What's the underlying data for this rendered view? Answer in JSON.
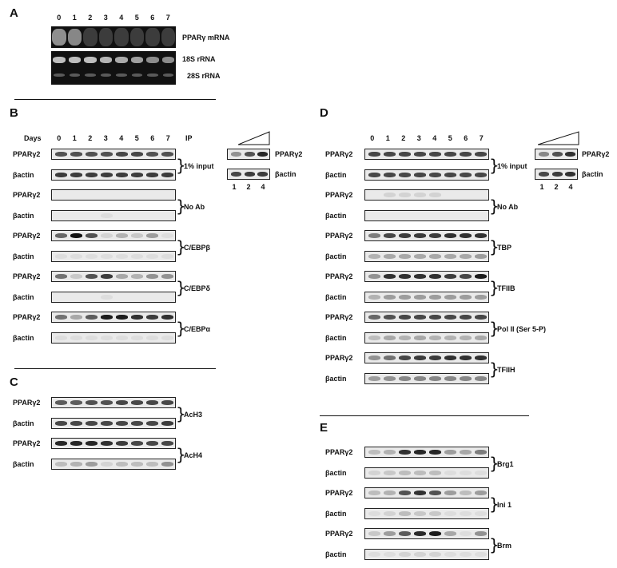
{
  "panels": {
    "A": "A",
    "B": "B",
    "C": "C",
    "D": "D",
    "E": "E"
  },
  "lanes8": [
    "0",
    "1",
    "2",
    "3",
    "4",
    "5",
    "6",
    "7"
  ],
  "lanes3": [
    "1",
    "2",
    "4"
  ],
  "panelA": {
    "labels": {
      "pparg_mrna": "PPARγ mRNA",
      "r18s": "18S rRNA",
      "r28s": "28S rRNA"
    },
    "pparg_levels": [
      0.45,
      0.5,
      1,
      1,
      1,
      1,
      1,
      1
    ],
    "r18s_levels": [
      0.8,
      0.8,
      0.8,
      0.75,
      0.7,
      0.65,
      0.55,
      0.55
    ]
  },
  "panelB": {
    "days_label": "Days",
    "ip_label": "IP",
    "gene_pparg": "PPARγ2",
    "gene_actin": "βactin",
    "groups": [
      {
        "ip": "1% input",
        "pparg": [
          0.7,
          0.7,
          0.7,
          0.7,
          0.75,
          0.75,
          0.7,
          0.7
        ],
        "actin": [
          0.8,
          0.8,
          0.8,
          0.8,
          0.8,
          0.8,
          0.8,
          0.8
        ]
      },
      {
        "ip": "No Ab",
        "pparg": [
          0,
          0,
          0,
          0,
          0,
          0,
          0,
          0
        ],
        "actin": [
          0,
          0,
          0,
          0.05,
          0,
          0,
          0,
          0
        ]
      },
      {
        "ip": "C/EBPβ",
        "pparg": [
          0.6,
          1,
          0.7,
          0.1,
          0.25,
          0.15,
          0.35,
          0.05
        ],
        "actin": [
          0.05,
          0.05,
          0.05,
          0.05,
          0.05,
          0.05,
          0.05,
          0.05
        ]
      },
      {
        "ip": "C/EBPδ",
        "pparg": [
          0.55,
          0.15,
          0.7,
          0.8,
          0.3,
          0.25,
          0.4,
          0.4
        ],
        "actin": [
          0,
          0,
          0,
          0.05,
          0,
          0,
          0,
          0
        ]
      },
      {
        "ip": "C/EBPα",
        "pparg": [
          0.55,
          0.3,
          0.65,
          0.95,
          0.95,
          0.85,
          0.8,
          0.85
        ],
        "actin": [
          0.05,
          0.05,
          0.05,
          0.05,
          0.05,
          0.05,
          0.05,
          0.05
        ]
      }
    ],
    "titration": {
      "pparg": [
        0.4,
        0.7,
        0.9
      ],
      "actin": [
        0.75,
        0.8,
        0.8
      ]
    }
  },
  "panelC": {
    "gene_pparg": "PPARγ2",
    "gene_actin": "βactin",
    "groups": [
      {
        "ip": "AcH3",
        "pparg": [
          0.65,
          0.65,
          0.7,
          0.7,
          0.75,
          0.75,
          0.75,
          0.75
        ],
        "actin": [
          0.75,
          0.75,
          0.75,
          0.75,
          0.75,
          0.75,
          0.75,
          0.8
        ]
      },
      {
        "ip": "AcH4",
        "pparg": [
          0.9,
          0.9,
          0.9,
          0.85,
          0.8,
          0.75,
          0.75,
          0.75
        ],
        "actin": [
          0.2,
          0.25,
          0.35,
          0.1,
          0.2,
          0.2,
          0.2,
          0.4
        ]
      }
    ]
  },
  "panelD": {
    "gene_pparg": "PPARγ2",
    "gene_actin": "βactin",
    "groups": [
      {
        "ip": "1% input",
        "pparg": [
          0.75,
          0.75,
          0.75,
          0.75,
          0.75,
          0.75,
          0.75,
          0.75
        ],
        "actin": [
          0.75,
          0.75,
          0.75,
          0.75,
          0.75,
          0.75,
          0.75,
          0.75
        ]
      },
      {
        "ip": "No Ab",
        "pparg": [
          0,
          0.1,
          0.1,
          0.1,
          0.1,
          0,
          0,
          0
        ],
        "actin": [
          0,
          0,
          0,
          0,
          0,
          0,
          0,
          0
        ]
      },
      {
        "ip": "TBP",
        "pparg": [
          0.5,
          0.75,
          0.8,
          0.8,
          0.8,
          0.85,
          0.85,
          0.85
        ],
        "actin": [
          0.25,
          0.3,
          0.3,
          0.3,
          0.3,
          0.3,
          0.3,
          0.35
        ]
      },
      {
        "ip": "TFIIB",
        "pparg": [
          0.4,
          0.85,
          0.85,
          0.85,
          0.85,
          0.8,
          0.75,
          0.95
        ],
        "actin": [
          0.25,
          0.35,
          0.35,
          0.35,
          0.35,
          0.35,
          0.35,
          0.35
        ]
      },
      {
        "ip": "Pol II (Ser 5-P)",
        "pparg": [
          0.6,
          0.7,
          0.75,
          0.75,
          0.75,
          0.75,
          0.75,
          0.75
        ],
        "actin": [
          0.2,
          0.3,
          0.25,
          0.3,
          0.25,
          0.25,
          0.25,
          0.3
        ]
      },
      {
        "ip": "TFIIH",
        "pparg": [
          0.4,
          0.55,
          0.75,
          0.8,
          0.8,
          0.85,
          0.85,
          0.85
        ],
        "actin": [
          0.35,
          0.4,
          0.45,
          0.45,
          0.45,
          0.45,
          0.45,
          0.45
        ]
      }
    ],
    "titration": {
      "pparg": [
        0.45,
        0.7,
        0.85
      ],
      "actin": [
        0.75,
        0.8,
        0.85
      ]
    }
  },
  "panelE": {
    "gene_pparg": "PPARγ2",
    "gene_actin": "βactin",
    "groups": [
      {
        "ip": "Brg1",
        "pparg": [
          0.2,
          0.25,
          0.85,
          0.9,
          0.9,
          0.35,
          0.3,
          0.5
        ],
        "actin": [
          0.1,
          0.15,
          0.2,
          0.2,
          0.2,
          0.05,
          0.05,
          0.05
        ]
      },
      {
        "ip": "Ini 1",
        "pparg": [
          0.2,
          0.25,
          0.7,
          0.85,
          0.7,
          0.35,
          0.2,
          0.35
        ],
        "actin": [
          0.05,
          0.1,
          0.2,
          0.15,
          0.15,
          0.05,
          0.05,
          0.05
        ]
      },
      {
        "ip": "Brm",
        "pparg": [
          0.15,
          0.35,
          0.65,
          0.9,
          0.95,
          0.3,
          0.05,
          0.4
        ],
        "actin": [
          0.05,
          0.05,
          0.1,
          0.1,
          0.1,
          0.05,
          0.05,
          0.05
        ]
      }
    ]
  }
}
